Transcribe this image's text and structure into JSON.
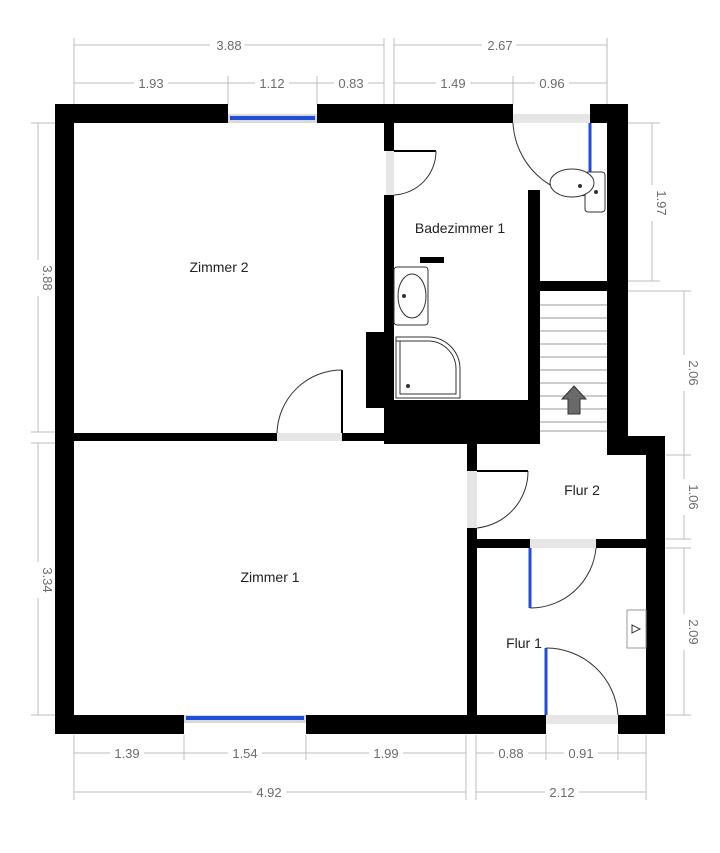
{
  "rooms": {
    "zimmer2": "Zimmer 2",
    "zimmer1": "Zimmer 1",
    "bad1": "Badezimmer 1",
    "flur2": "Flur 2",
    "flur1": "Flur 1"
  },
  "dimensions": {
    "top_total_left": "3.88",
    "top_total_right": "2.67",
    "top_seg_1": "1.93",
    "top_seg_2": "1.12",
    "top_seg_3": "0.83",
    "top_seg_4": "1.49",
    "top_seg_5": "0.96",
    "left_upper": "3.88",
    "left_lower": "3.34",
    "right_1": "1.97",
    "right_2": "2.06",
    "right_3": "1.06",
    "right_4": "2.09",
    "bottom_seg_1": "1.39",
    "bottom_seg_2": "1.54",
    "bottom_seg_3": "1.99",
    "bottom_seg_4": "0.88",
    "bottom_seg_5": "0.91",
    "bottom_total_left": "4.92",
    "bottom_total_right": "2.12"
  },
  "colors": {
    "wall": "#000000",
    "window": "#1f4ed8",
    "dimension_line": "#bdbdbd",
    "dimension_text": "#6b6b6b"
  },
  "icons": {
    "stair_arrow": "up-arrow-icon",
    "meter": "electrical-panel-icon"
  }
}
